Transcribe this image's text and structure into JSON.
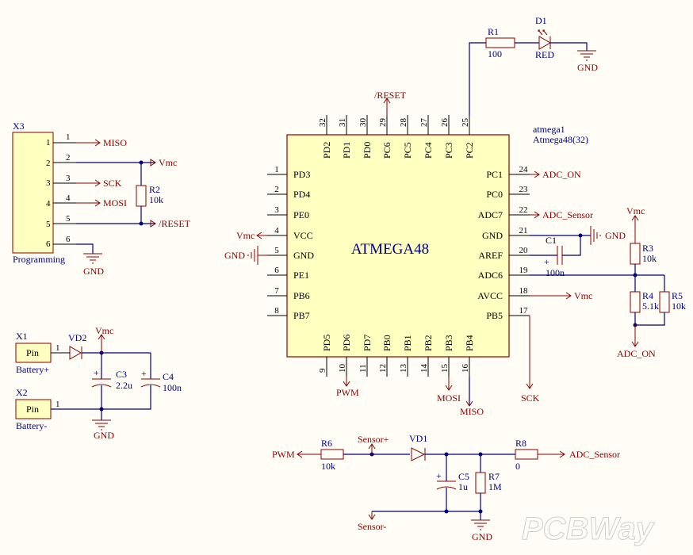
{
  "chip": {
    "designator": "atmega1",
    "part": "Atmega48(32)",
    "title": "ATMEGA48",
    "left_pins": [
      {
        "num": "1",
        "name": "PD3"
      },
      {
        "num": "2",
        "name": "PD4"
      },
      {
        "num": "3",
        "name": "PE0"
      },
      {
        "num": "4",
        "name": "VCC"
      },
      {
        "num": "5",
        "name": "GND"
      },
      {
        "num": "6",
        "name": "PE1"
      },
      {
        "num": "7",
        "name": "PB6"
      },
      {
        "num": "8",
        "name": "PB7"
      }
    ],
    "right_pins": [
      {
        "num": "24",
        "name": "PC1"
      },
      {
        "num": "23",
        "name": "PC0"
      },
      {
        "num": "22",
        "name": "ADC7"
      },
      {
        "num": "21",
        "name": "GND"
      },
      {
        "num": "20",
        "name": "AREF"
      },
      {
        "num": "19",
        "name": "ADC6"
      },
      {
        "num": "18",
        "name": "AVCC"
      },
      {
        "num": "17",
        "name": "PB5"
      }
    ],
    "top_pins": [
      {
        "num": "32",
        "name": "PD2"
      },
      {
        "num": "31",
        "name": "PD1"
      },
      {
        "num": "30",
        "name": "PD0"
      },
      {
        "num": "29",
        "name": "PC6"
      },
      {
        "num": "28",
        "name": "PC5"
      },
      {
        "num": "27",
        "name": "PC4"
      },
      {
        "num": "26",
        "name": "PC3"
      },
      {
        "num": "25",
        "name": "PC2"
      }
    ],
    "bottom_pins": [
      {
        "num": "9",
        "name": "PD5"
      },
      {
        "num": "10",
        "name": "PD6"
      },
      {
        "num": "11",
        "name": "PD7"
      },
      {
        "num": "12",
        "name": "PB0"
      },
      {
        "num": "13",
        "name": "PB1"
      },
      {
        "num": "14",
        "name": "PB2"
      },
      {
        "num": "15",
        "name": "PB3"
      },
      {
        "num": "16",
        "name": "PB4"
      }
    ]
  },
  "header": {
    "designator": "X3",
    "label": "Programming",
    "pins": [
      "1",
      "2",
      "3",
      "4",
      "5",
      "6"
    ]
  },
  "nets": {
    "miso": "MISO",
    "vmc": "Vmc",
    "sck": "SCK",
    "mosi": "MOSI",
    "reset": "/RESET",
    "gnd": "GND",
    "pwm": "PWM",
    "adc_on": "ADC_ON",
    "adc_sensor": "ADC_Sensor",
    "sensor_plus": "Sensor+",
    "sensor_minus": "Sensor-"
  },
  "components": {
    "r1": {
      "ref": "R1",
      "val": "100"
    },
    "d1": {
      "ref": "D1",
      "val": "RED"
    },
    "r2": {
      "ref": "R2",
      "val": "10k"
    },
    "r3": {
      "ref": "R3",
      "val": "10k"
    },
    "r4": {
      "ref": "R4",
      "val": "5.1k"
    },
    "r5": {
      "ref": "R5",
      "val": "10k"
    },
    "r6": {
      "ref": "R6",
      "val": "10k"
    },
    "r7": {
      "ref": "R7",
      "val": "1M"
    },
    "r8": {
      "ref": "R8",
      "val": "0"
    },
    "c1": {
      "ref": "C1",
      "val": "100n"
    },
    "c3": {
      "ref": "C3",
      "val": "2.2u"
    },
    "c4": {
      "ref": "C4",
      "val": "100n"
    },
    "c5": {
      "ref": "C5",
      "val": "1u"
    },
    "vd1": {
      "ref": "VD1"
    },
    "vd2": {
      "ref": "VD2"
    },
    "x1": {
      "ref": "X1",
      "val": "Pin",
      "label": "Battery+",
      "pin": "1"
    },
    "x2": {
      "ref": "X2",
      "val": "Pin",
      "label": "Battery-",
      "pin": "1"
    }
  },
  "polarity": "+",
  "watermark": "PCBWay",
  "colors": {
    "wire": "#000080",
    "net": "#8b0000",
    "chip_fill": "#ffffc0",
    "background": "#fffdf5"
  }
}
